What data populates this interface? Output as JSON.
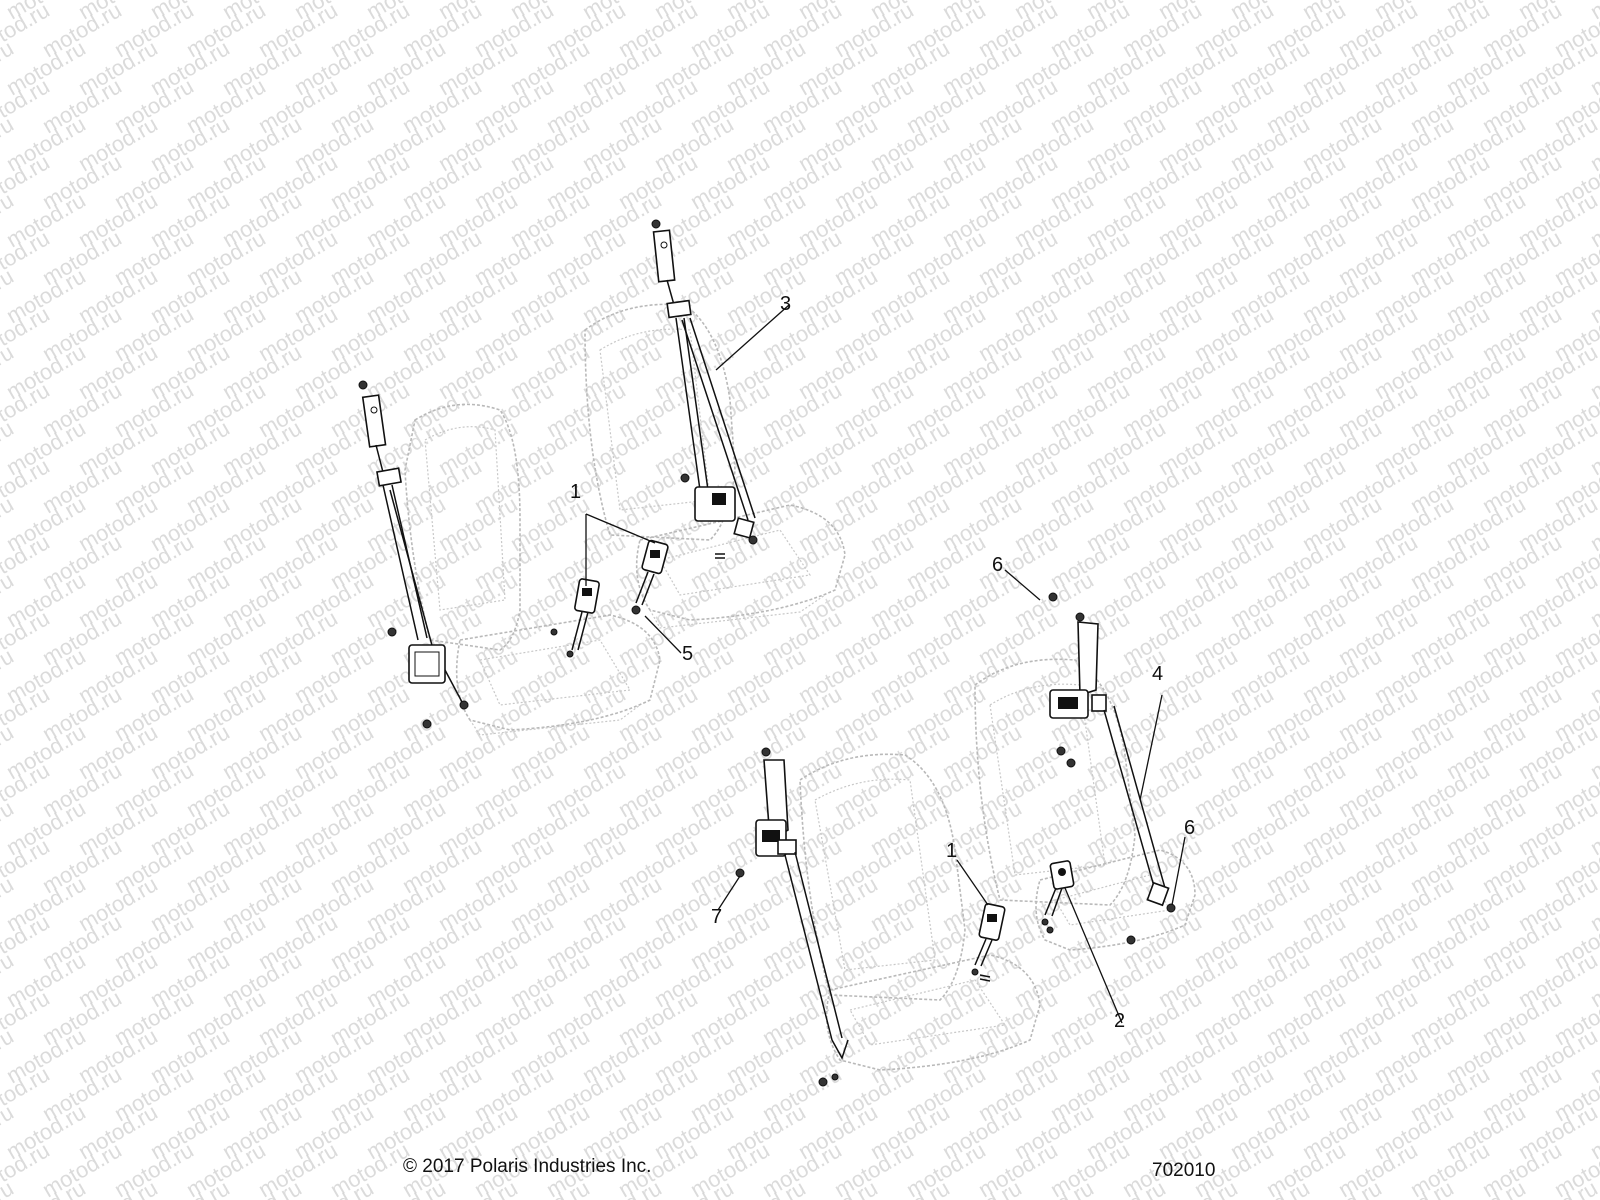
{
  "watermark": "motod.ru",
  "callouts": [
    "1",
    "1",
    "2",
    "3",
    "4",
    "5",
    "6",
    "6",
    "7"
  ],
  "footer": {
    "copyright": "© 2017 Polaris Industries Inc.",
    "figure_number": "702010"
  }
}
